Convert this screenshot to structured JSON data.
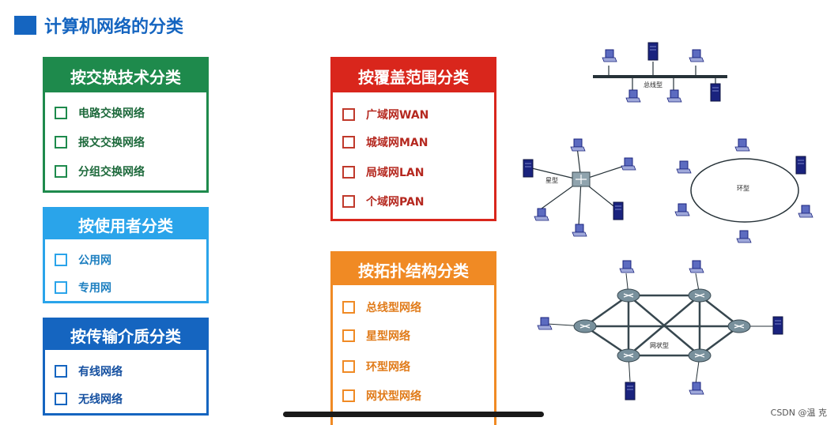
{
  "title": "计算机网络的分类",
  "panels": {
    "switching": {
      "header": "按交换技术分类",
      "items": [
        "电路交换网络",
        "报文交换网络",
        "分组交换网络"
      ]
    },
    "user": {
      "header": "按使用者分类",
      "items": [
        "公用网",
        "专用网"
      ]
    },
    "medium": {
      "header": "按传输介质分类",
      "items": [
        "有线网络",
        "无线网络"
      ]
    },
    "coverage": {
      "header": "按覆盖范围分类",
      "items": [
        "广域网WAN",
        "城域网MAN",
        "局域网LAN",
        "个域网PAN"
      ]
    },
    "topology": {
      "header": "按拓扑结构分类",
      "items": [
        "总线型网络",
        "星型网络",
        "环型网络",
        "网状型网络"
      ]
    }
  },
  "diagrams": {
    "bus_label": "总线型",
    "star_label": "星型",
    "ring_label": "环型",
    "mesh_label": "网状型"
  },
  "watermark": "CSDN @温 克",
  "colors": {
    "title_blue": "#1565c0",
    "green": "#1e8a4c",
    "sky": "#2aa4ea",
    "blue": "#1565c0",
    "red": "#d9261c",
    "orange": "#f08a24"
  }
}
